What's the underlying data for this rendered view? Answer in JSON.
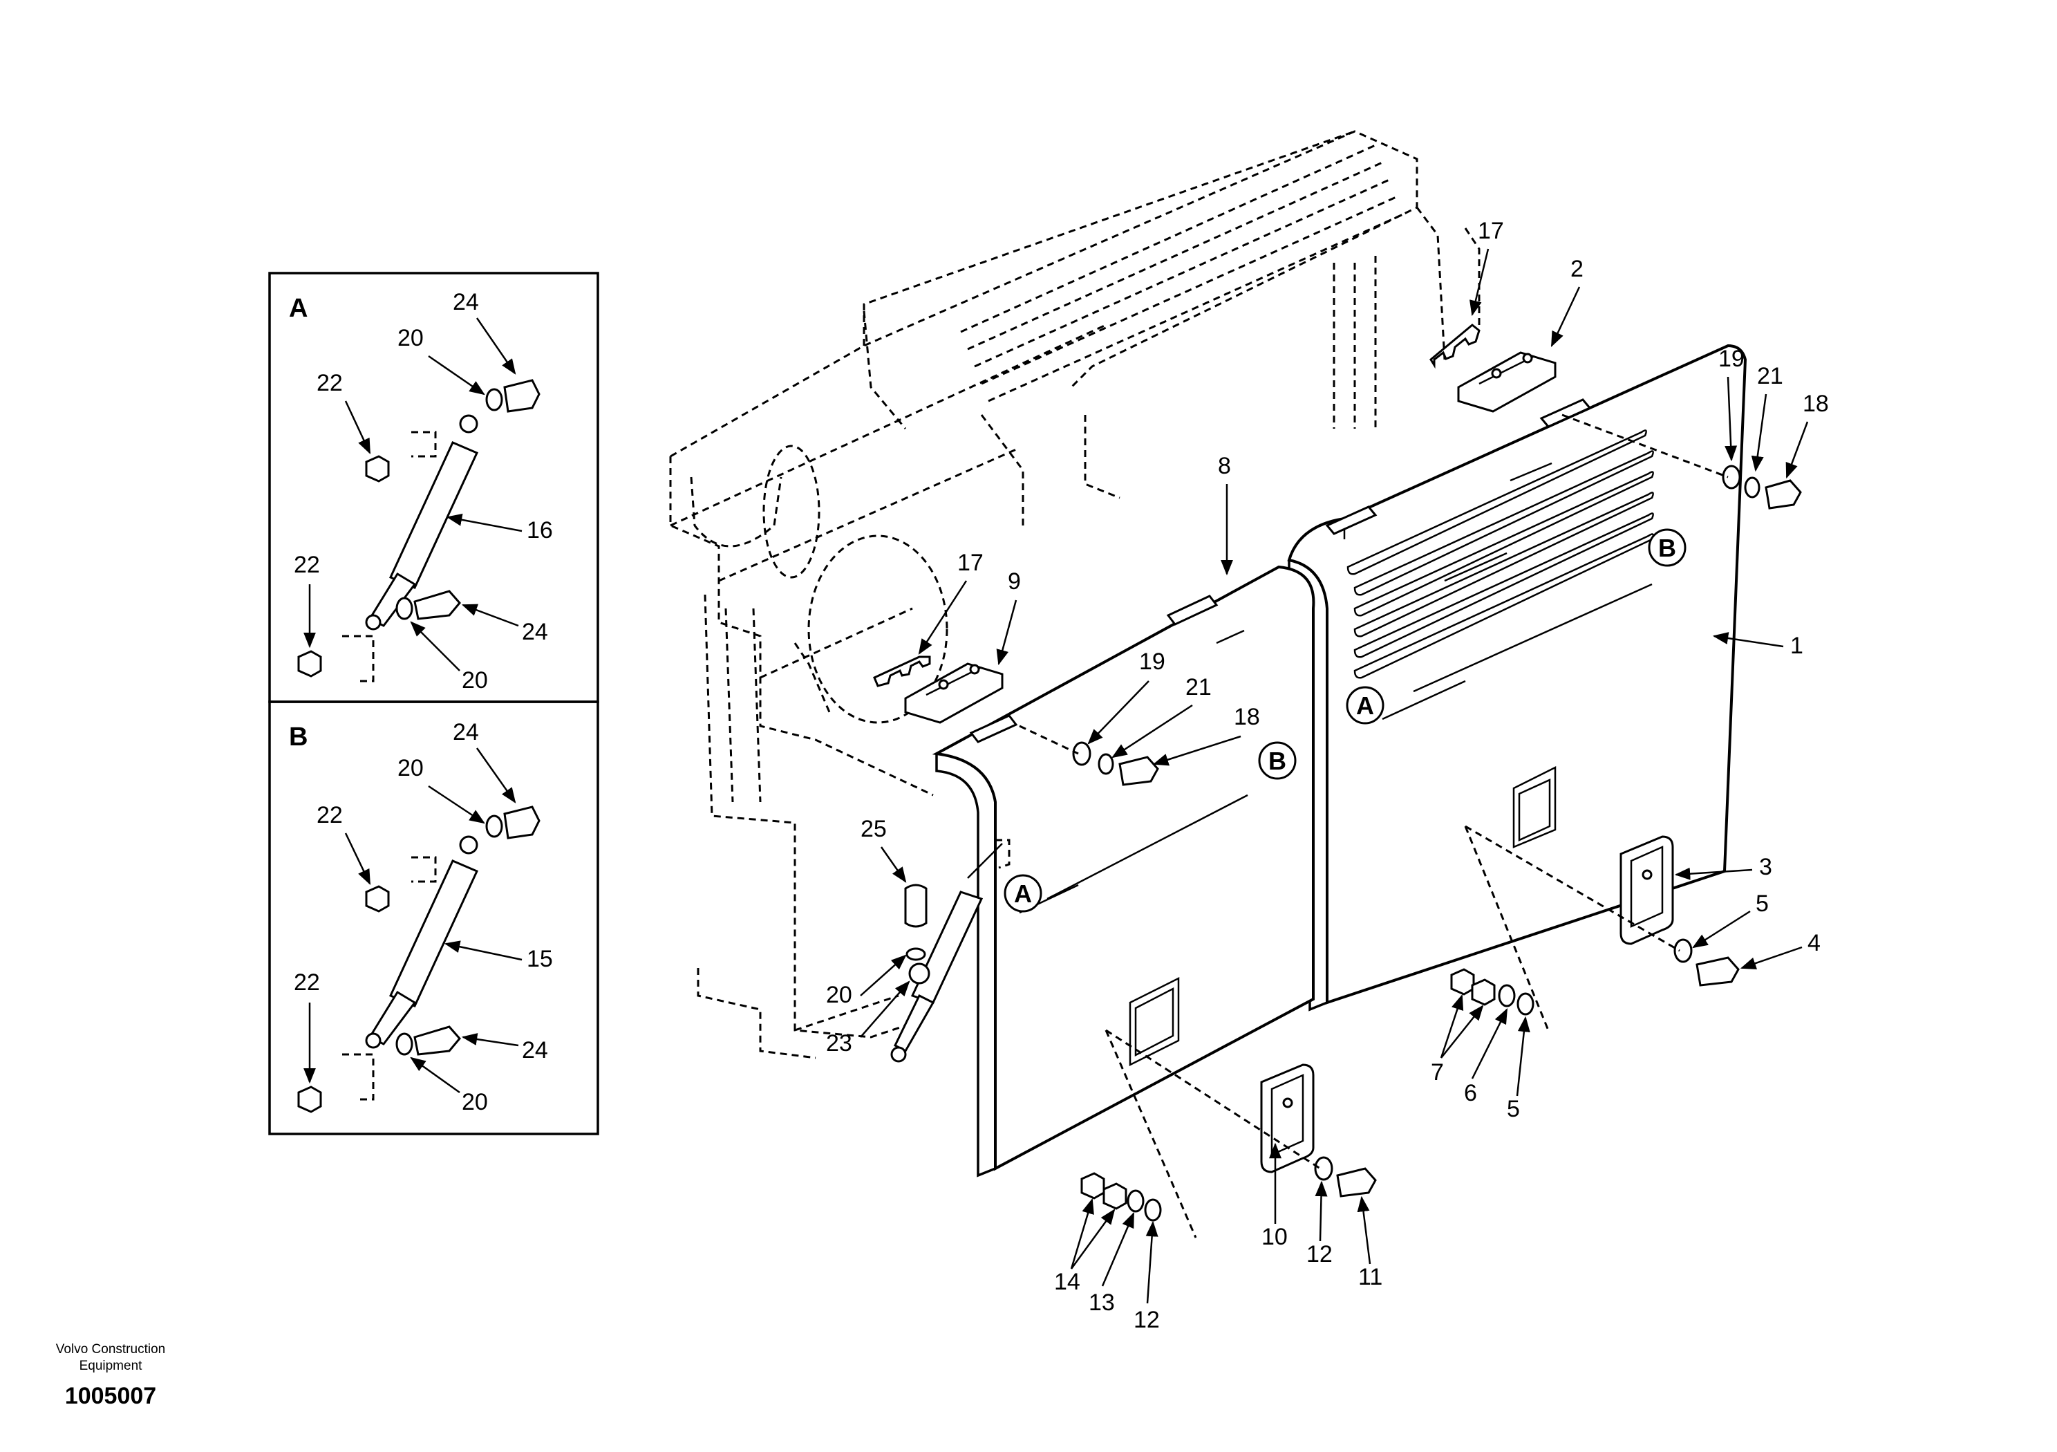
{
  "diagram": {
    "inset_labels": [
      "A",
      "B"
    ],
    "inset_A_callouts": [
      "24",
      "20",
      "22",
      "16",
      "22",
      "24",
      "20"
    ],
    "inset_B_callouts": [
      "24",
      "20",
      "22",
      "15",
      "22",
      "24",
      "20"
    ],
    "main_callouts": [
      "17",
      "2",
      "19",
      "21",
      "18",
      "8",
      "17",
      "9",
      "1",
      "19",
      "21",
      "18",
      "25",
      "3",
      "5",
      "4",
      "20",
      "23",
      "7",
      "6",
      "5",
      "10",
      "12",
      "11",
      "14",
      "13",
      "12"
    ],
    "detail_markers": [
      "A",
      "B",
      "A",
      "B"
    ]
  },
  "footer": {
    "manufacturer": "Volvo Construction Equipment",
    "figure_number": "1005007"
  }
}
